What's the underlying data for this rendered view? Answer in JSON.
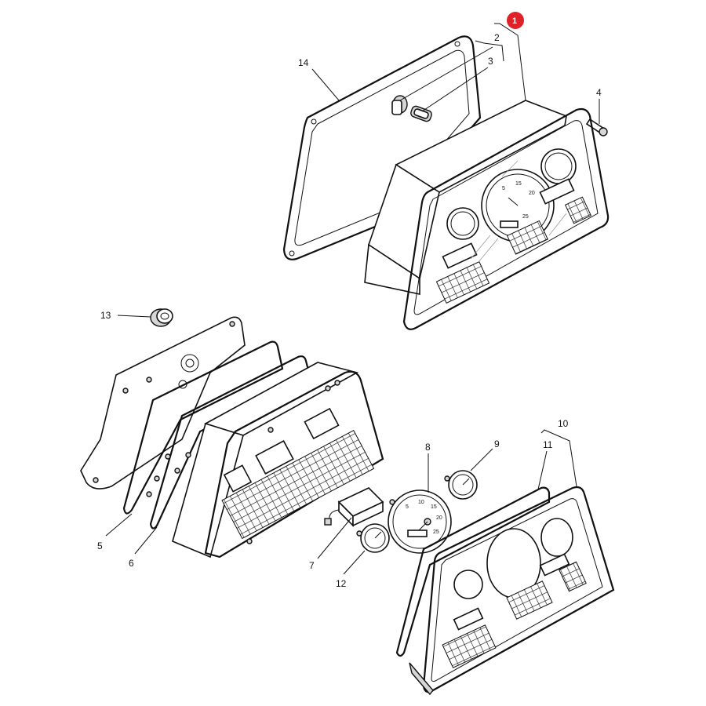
{
  "diagram": {
    "highlight_color": "#e02127",
    "line_color": "#111111",
    "callouts": {
      "p1": "1",
      "p2": "2",
      "p3": "3",
      "p4": "4",
      "p5": "5",
      "p6": "6",
      "p7": "7",
      "p8": "8",
      "p9": "9",
      "p10": "10",
      "p11": "11",
      "p12": "12",
      "p13": "13",
      "p14": "14"
    },
    "gauge_ticks": {
      "t5": "5",
      "t10": "10",
      "t15": "15",
      "t20": "20",
      "t25": "25"
    }
  }
}
